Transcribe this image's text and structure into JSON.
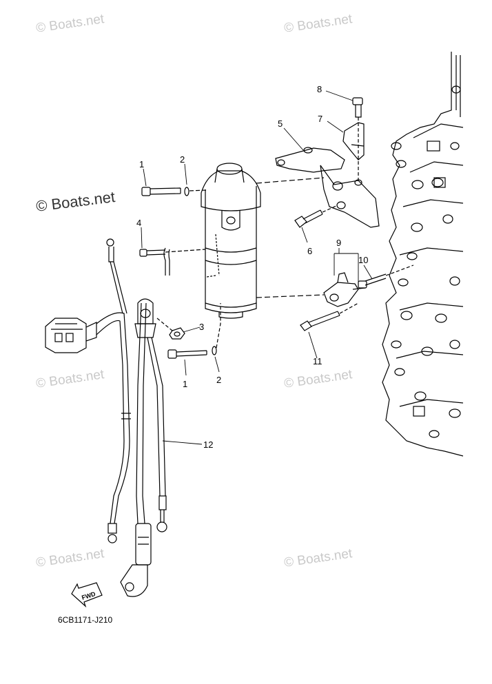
{
  "watermarks": {
    "light": [
      "© Boats.net",
      "© Boats.net",
      "© Boats.net",
      "© Boats.net",
      "© Boats.net",
      "© Boats.net"
    ],
    "dark": "© Boats.net"
  },
  "callouts": [
    "1",
    "2",
    "4",
    "1",
    "2",
    "3",
    "5",
    "6",
    "7",
    "8",
    "9",
    "10",
    "11",
    "12"
  ],
  "fwd_label": "FWD",
  "diagram_code": "6CB1171-J210"
}
